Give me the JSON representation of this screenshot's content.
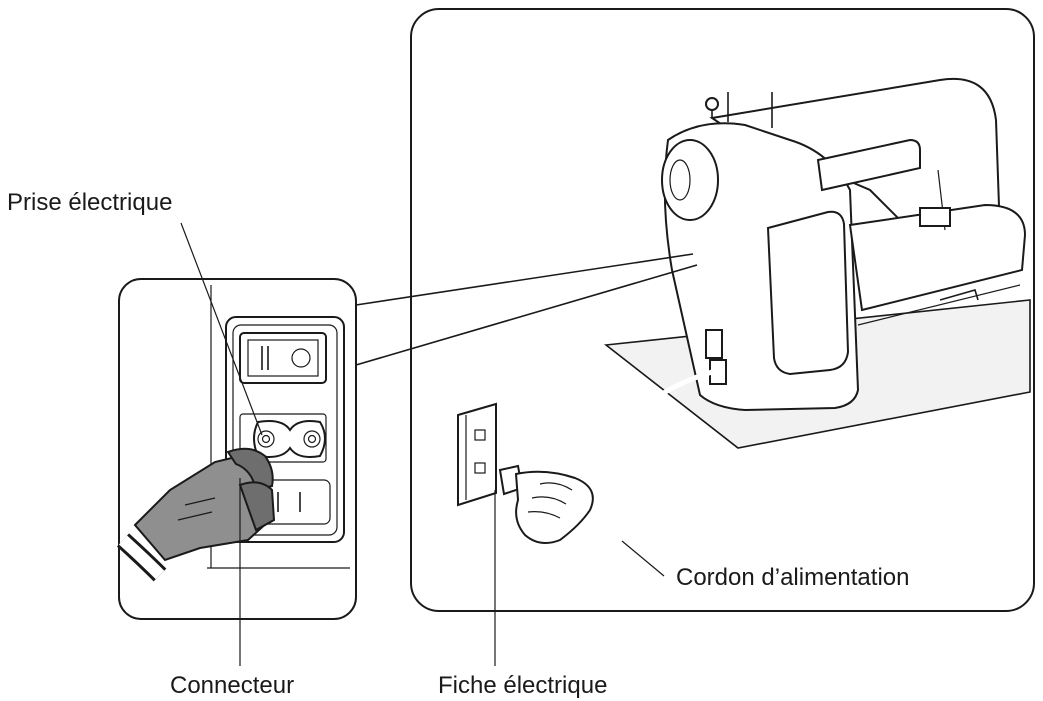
{
  "labels": {
    "power_socket": "Prise électrique",
    "connector": "Connecteur",
    "power_cord": "Cordon d’alimentation",
    "plug": "Fiche électrique"
  },
  "icons": {
    "sewing_machine": "sewing-machine-icon",
    "wall_outlet": "wall-outlet-icon",
    "hand": "hand-icon",
    "power_switch": "power-switch-icon",
    "appliance_inlet": "appliance-inlet-icon",
    "connector_plug": "connector-plug-icon"
  },
  "colors": {
    "line": "#1a1a1a",
    "plug_fill": "#8f8f8f",
    "background": "#ffffff"
  }
}
